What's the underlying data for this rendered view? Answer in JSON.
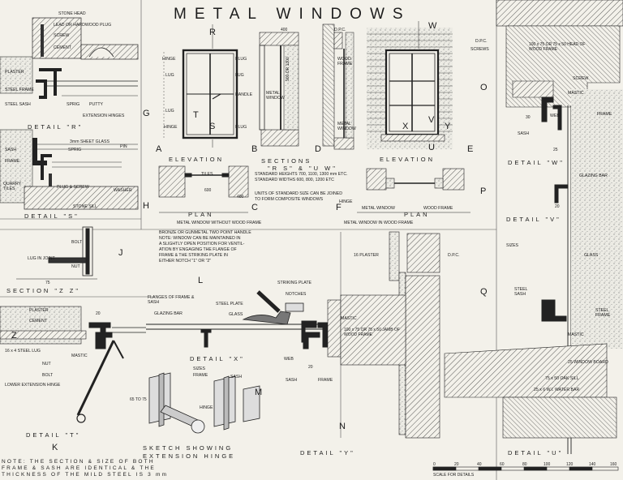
{
  "title": "METAL WINDOWS",
  "details": {
    "R": "DETAIL \"R\"",
    "S": "DETAIL \"S\"",
    "ZZ": "SECTION \"Z Z\"",
    "T": "DETAIL \"T\"",
    "X": "DETAIL \"X\"",
    "Y": "DETAIL \"Y\"",
    "W": "DETAIL \"W\"",
    "V": "DETAIL \"V\"",
    "U": "DETAIL \"U\""
  },
  "views": {
    "elevation1": "ELEVATION",
    "sections": "SECTIONS",
    "sections_sub": "\"R S\" & \"U W\"",
    "elevation2": "ELEVATION",
    "plan1": "PLAN",
    "plan1_caption": "METAL WINDOW WITHOUT WOOD FRAME",
    "plan2": "PLAN",
    "plan2_caption": "METAL WINDOW IN WOOD FRAME"
  },
  "sketch_title": [
    "SKETCH SHOWING",
    "EXTENSION HINGE"
  ],
  "note": [
    "NOTE: THE SECTION & SIZE OF BOTH",
    "FRAME & SASH ARE IDENTICAL & THE",
    "THICKNESS OF THE MILD STEEL IS 3 mm"
  ],
  "standard_text": [
    "STANDARD HEIGHTS 700, 1100, 1300 mm ETC.",
    "STANDARD WIDTHS 600, 800, 1200 ETC"
  ],
  "units_text": [
    "UNITS OF STANDARD SIZE CAN BE JOINED",
    "TO FORM COMPOSITE WINDOWS"
  ],
  "handle_text": [
    "BRONZE OR GUNMETAL TWO POINT HANDLE",
    "NOTE: WINDOW CAN BE MAINTAINED IN",
    "A SLIGHTLY OPEN POSITION FOR VENTIL-",
    "ATION BY ENGAGING THE FLANGE OF",
    "FRAME & THE STRIKING PLATE IN",
    "EITHER NOTCH \"1\" OR \"2\""
  ],
  "letters": {
    "G": "G",
    "A": "A",
    "B": "B",
    "C": "C",
    "D": "D",
    "E": "E",
    "F": "F",
    "H": "H",
    "J": "J",
    "K": "K",
    "L": "L",
    "M": "M",
    "N": "N",
    "O": "O",
    "P": "P",
    "Q": "Q",
    "R": "R",
    "S": "S",
    "T": "T",
    "U": "U",
    "V": "V",
    "W": "W",
    "X": "X",
    "Y": "Y",
    "Z": "Z"
  },
  "labels": {
    "stone_head": "STONE HEAD",
    "lead_plug": "LEAD OR HARDWOOD PLUG",
    "screw": "SCREW",
    "cement": "CEMENT",
    "plaster": "PLASTER",
    "steel_frame": "STEEL FRAME",
    "steel_sash": "STEEL SASH",
    "sprig": "SPRIG",
    "putty": "PUTTY",
    "extension_hinges": "EXTENSION HINGES",
    "sheet_glass": "3mm SHEET GLASS",
    "pin": "PIN",
    "sash": "SASH",
    "frame": "FRAME",
    "quarry_tiles": "QUARRY TILES",
    "plug_screw": "PLUG & SCREW",
    "washer": "WASHER",
    "stone_sill": "STONE SILL",
    "hinge": "HINGE",
    "lug": "LUG",
    "plug": "PLUG",
    "handle": "HANDLE",
    "metal_window": "METAL WINDOW",
    "dpc": "D.P.C.",
    "wood_frame": "WOOD FRAME",
    "screws": "SCREWS",
    "head_wood_frame": "100 x 75 OR 75 x 50 HEAD OF WOOD FRAME",
    "mastic": "MASTIC",
    "web": "WEB",
    "tiles": "TILES",
    "lug_in_joint": "LUG IN JOINT",
    "bolt": "BOLT",
    "nut": "NUT",
    "flanges": "FLANGES OF FRAME & SASH",
    "steel_plate": "STEEL PLATE",
    "glazing_bar": "GLAZING BAR",
    "glass": "GLASS",
    "striking_plate": "STRIKING PLATE",
    "notches": "NOTCHES",
    "plaster_16": "16 PLASTER",
    "jamb": "100 x 75 OR 75 x 50 JAMB OF WOOD FRAME",
    "steel_lug": "16 x 4 STEEL LUG",
    "lower_hinge": "LOWER EXTENSION HINGE",
    "sizes": "SIZES",
    "window_board": "25 WINDOW BOARD",
    "oak_sill": "75 x 50 OAK SILL",
    "water_bar": "25 x 6 W.I. WATER BAR",
    "scale_label": "SCALE FOR DETAILS"
  },
  "dims": [
    "400",
    "900 OR 1300",
    "600",
    "400",
    "75",
    "20",
    "25",
    "30",
    "65 TO 75"
  ],
  "scale_ticks": [
    "0",
    "20",
    "40",
    "60",
    "80",
    "100",
    "120",
    "140",
    "160"
  ]
}
